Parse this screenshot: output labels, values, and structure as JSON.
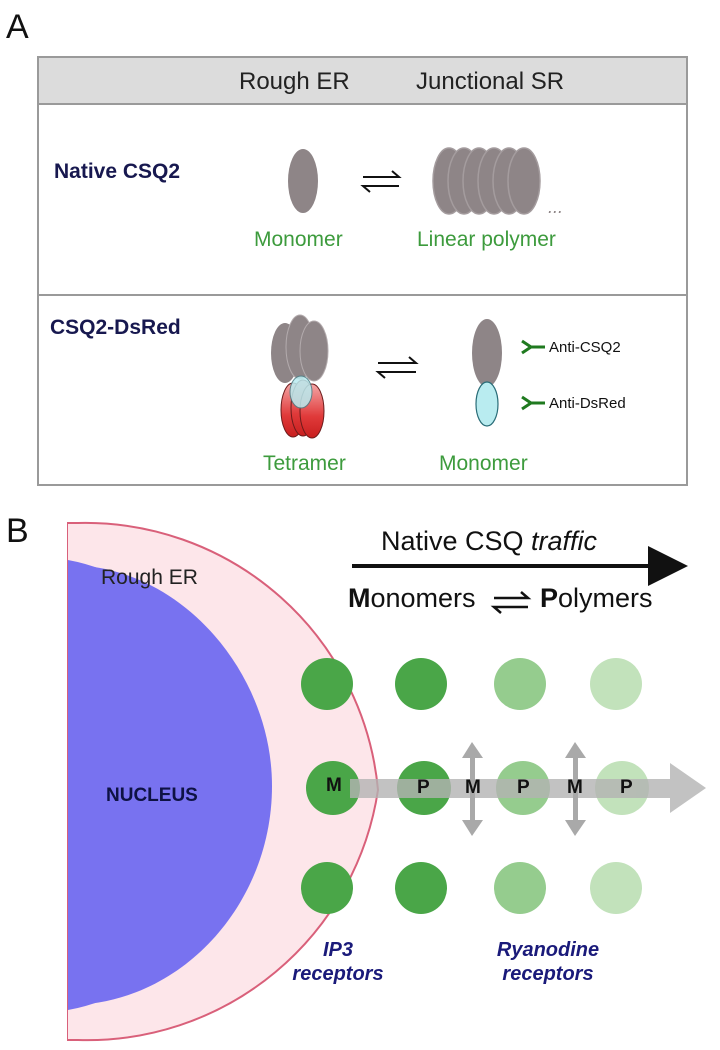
{
  "panel_a": {
    "letter": "A",
    "header_rough_er": "Rough ER",
    "header_junctional_sr": "Junctional SR",
    "row1_label": "Native CSQ2",
    "row1_left_caption": "Monomer",
    "row1_right_caption": "Linear polymer",
    "row1_ellipsis": "...",
    "row2_label": "CSQ2-DsRed",
    "row2_left_caption": "Tetramer",
    "row2_right_caption": "Monomer",
    "antibody1": "Anti-CSQ2",
    "antibody2": "Anti-DsRed",
    "equilibrium_symbol": "⇌"
  },
  "panel_b": {
    "letter": "B",
    "arrow_title_plain": "Native CSQ ",
    "arrow_title_italic": "traffic",
    "monomers_bold": "M",
    "monomers_rest": "onomers",
    "polymers_bold": "P",
    "polymers_rest": "olymers",
    "equilibrium_symbol": "⇌",
    "rough_er": "Rough ER",
    "nucleus": "NUCLEUS",
    "ip3_line1": "IP3",
    "ip3_line2": "receptors",
    "ryr_line1": "Ryanodine",
    "ryr_line2": "receptors",
    "m1": "M",
    "p1": "P",
    "m2": "M",
    "p2": "P",
    "m3": "M",
    "p3": "P"
  },
  "colors": {
    "protein_gray": "#8e8587",
    "caption_green": "#3d9b3d",
    "er_pink": "#fde6ea",
    "er_border": "#d9607a",
    "nucleus_blue": "#7872f0",
    "dot_dark": "#4aa648",
    "dot_mid": "#95cc8e",
    "dot_light": "#c2e2bb",
    "antibody_green": "#1f7a1f",
    "dsred_cyan": "#b9ecf0"
  }
}
